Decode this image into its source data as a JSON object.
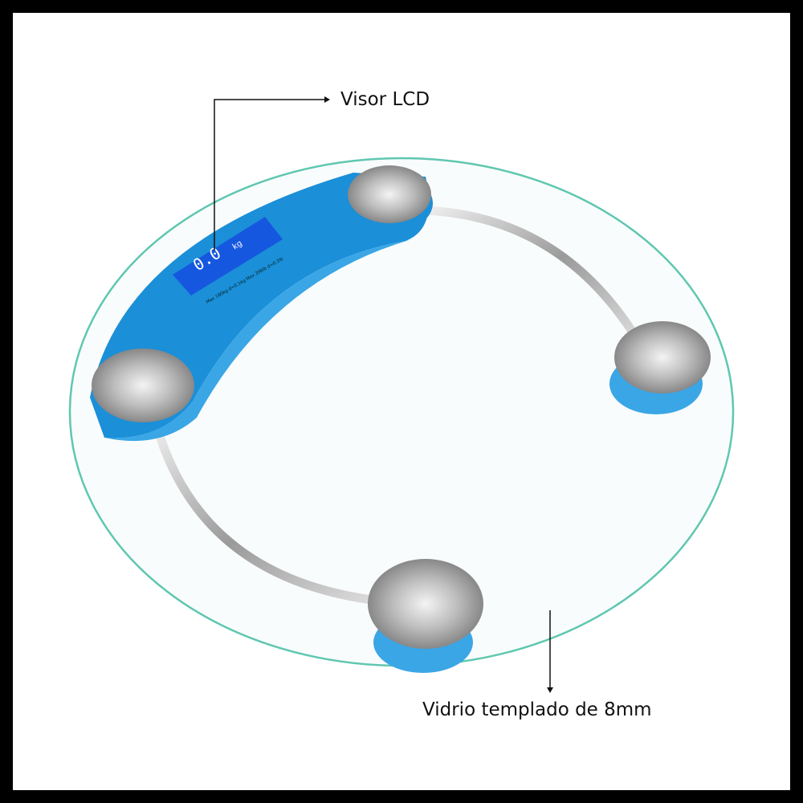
{
  "annotations": {
    "lcd_label": "Visor LCD",
    "glass_label": "Vidrio templado de 8mm"
  },
  "display": {
    "reading": "0.0",
    "unit": "kg",
    "spec_text": "Max 180kg d=0.1kg Max 396lb d=0.2lb"
  },
  "colors": {
    "frame": "#000000",
    "body_blue": "#1b8fd8",
    "lcd_blue": "#1657e0",
    "glass_edge": "#5fc7b0"
  }
}
